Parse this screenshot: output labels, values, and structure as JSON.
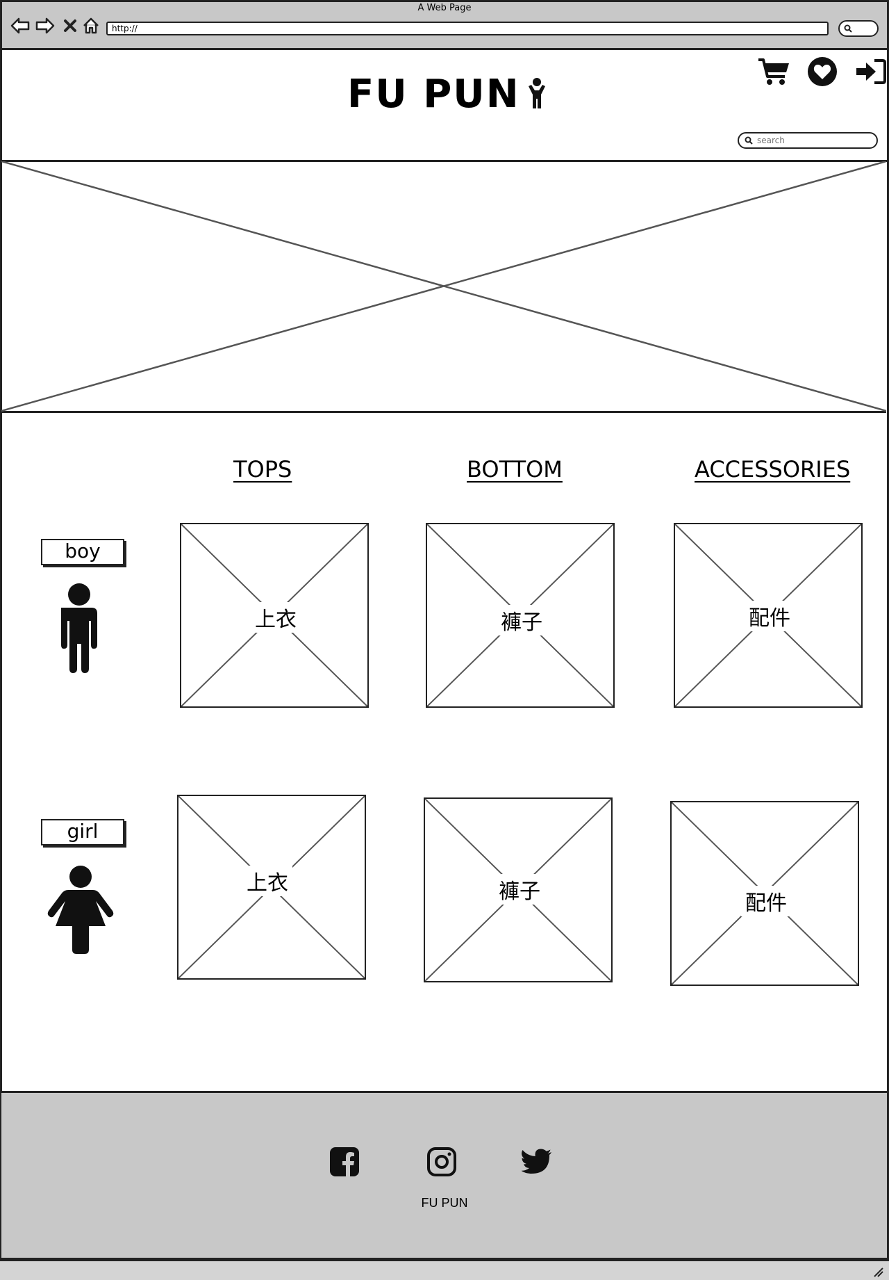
{
  "window": {
    "title": "A Web Page",
    "url": "http://"
  },
  "header": {
    "logo_text": "FU PUN",
    "icons": [
      "cart-icon",
      "heart-icon",
      "sign-in-icon",
      "child-icon"
    ],
    "search_placeholder": "search"
  },
  "categories": {
    "tops": "TOPS",
    "bottom": "BOTTOM",
    "accessories": "ACCESSORIES"
  },
  "rows": {
    "boy": {
      "label": "boy",
      "tiles": [
        "上衣",
        "褲子",
        "配件"
      ]
    },
    "girl": {
      "label": "girl",
      "tiles": [
        "上衣",
        "褲子",
        "配件"
      ]
    }
  },
  "footer": {
    "social_icons": [
      "facebook-icon",
      "instagram-icon",
      "twitter-icon"
    ],
    "brand": "FU PUN"
  },
  "colors": {
    "chrome": "#c8c8c8",
    "footer": "#c8c8c8",
    "ink": "#222222"
  }
}
